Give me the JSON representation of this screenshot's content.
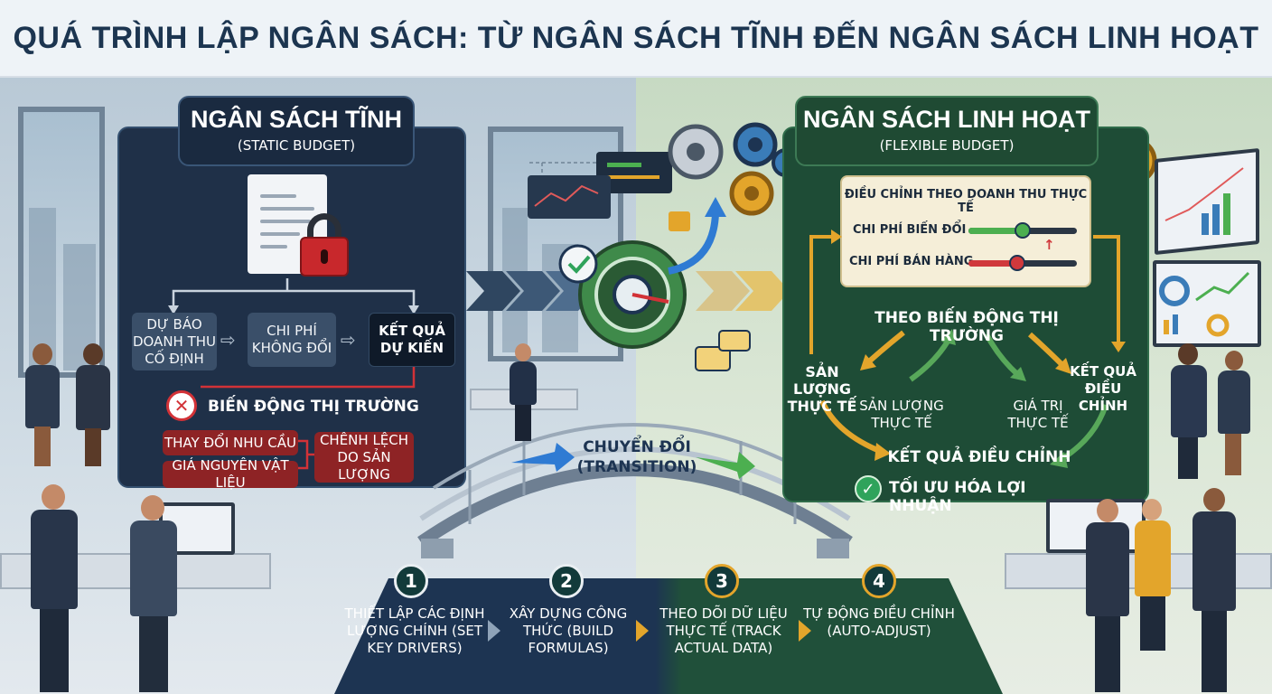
{
  "title": "QUÁ TRÌNH LẬP NGÂN SÁCH: TỪ NGÂN SÁCH TĨNH ĐẾN NGÂN SÁCH LINH HOẠT",
  "static_budget": {
    "title": "NGÂN SÁCH TĨNH",
    "subtitle": "(STATIC BUDGET)",
    "flow": [
      "DỰ BÁO DOANH THU CỐ ĐỊNH",
      "CHI PHÍ KHÔNG ĐỔI",
      "KẾT QUẢ DỰ KIẾN"
    ],
    "market_label": "BIẾN ĐỘNG THỊ TRƯỜNG",
    "factors": [
      "THAY ĐỔI NHU CẦU",
      "GIÁ NGUYÊN VẬT LIỆU"
    ],
    "result": "CHÊNH LỆCH DO SẢN LƯỢNG"
  },
  "flexible_budget": {
    "title": "NGÂN SÁCH LINH HOẠT",
    "subtitle": "(FLEXIBLE BUDGET)",
    "adjust_header": "ĐIỀU CHỈNH THEO DOANH THU THỰC TẾ",
    "sliders": [
      {
        "label": "CHI PHÍ BIẾN ĐỔI",
        "level": 0.5,
        "color": "#4caf50"
      },
      {
        "label": "CHI PHÍ BÁN HÀNG",
        "level": 0.45,
        "color": "#d0393c"
      }
    ],
    "market_label": "THEO BIẾN ĐỘNG THỊ TRƯỜNG",
    "cycle": {
      "left": "SẢN LƯỢNG THỰC TẾ",
      "inner_left": "SẢN LƯỢNG THỰC TẾ",
      "inner_right": "GIÁ TRỊ THỰC TẾ",
      "right": "KẾT QUẢ ĐIỀU CHỈNH"
    },
    "result": "KẾT QUẢ ĐIỀU CHỈNH",
    "outcome": "TỐI ƯU HÓA LỢI NHUẬN"
  },
  "transition": {
    "label": "CHUYỂN ĐỔI",
    "sublabel": "(TRANSITION)"
  },
  "steps": [
    {
      "num": "1",
      "text": "THIẾT LẬP CÁC ĐỊNH LƯỢNG CHÍNH (SET KEY DRIVERS)"
    },
    {
      "num": "2",
      "text": "XÂY DỰNG CÔNG THỨC (BUILD FORMULAS)"
    },
    {
      "num": "3",
      "text": "THEO DÕI DỮ LIỆU THỰC TẾ (TRACK ACTUAL DATA)"
    },
    {
      "num": "4",
      "text": "TỰ ĐỘNG ĐIỀU CHỈNH (AUTO-ADJUST)"
    }
  ],
  "colors": {
    "static": "#1f3048",
    "flexible": "#1e4c36",
    "alert": "#d23237",
    "accent": "#e3a52b"
  }
}
